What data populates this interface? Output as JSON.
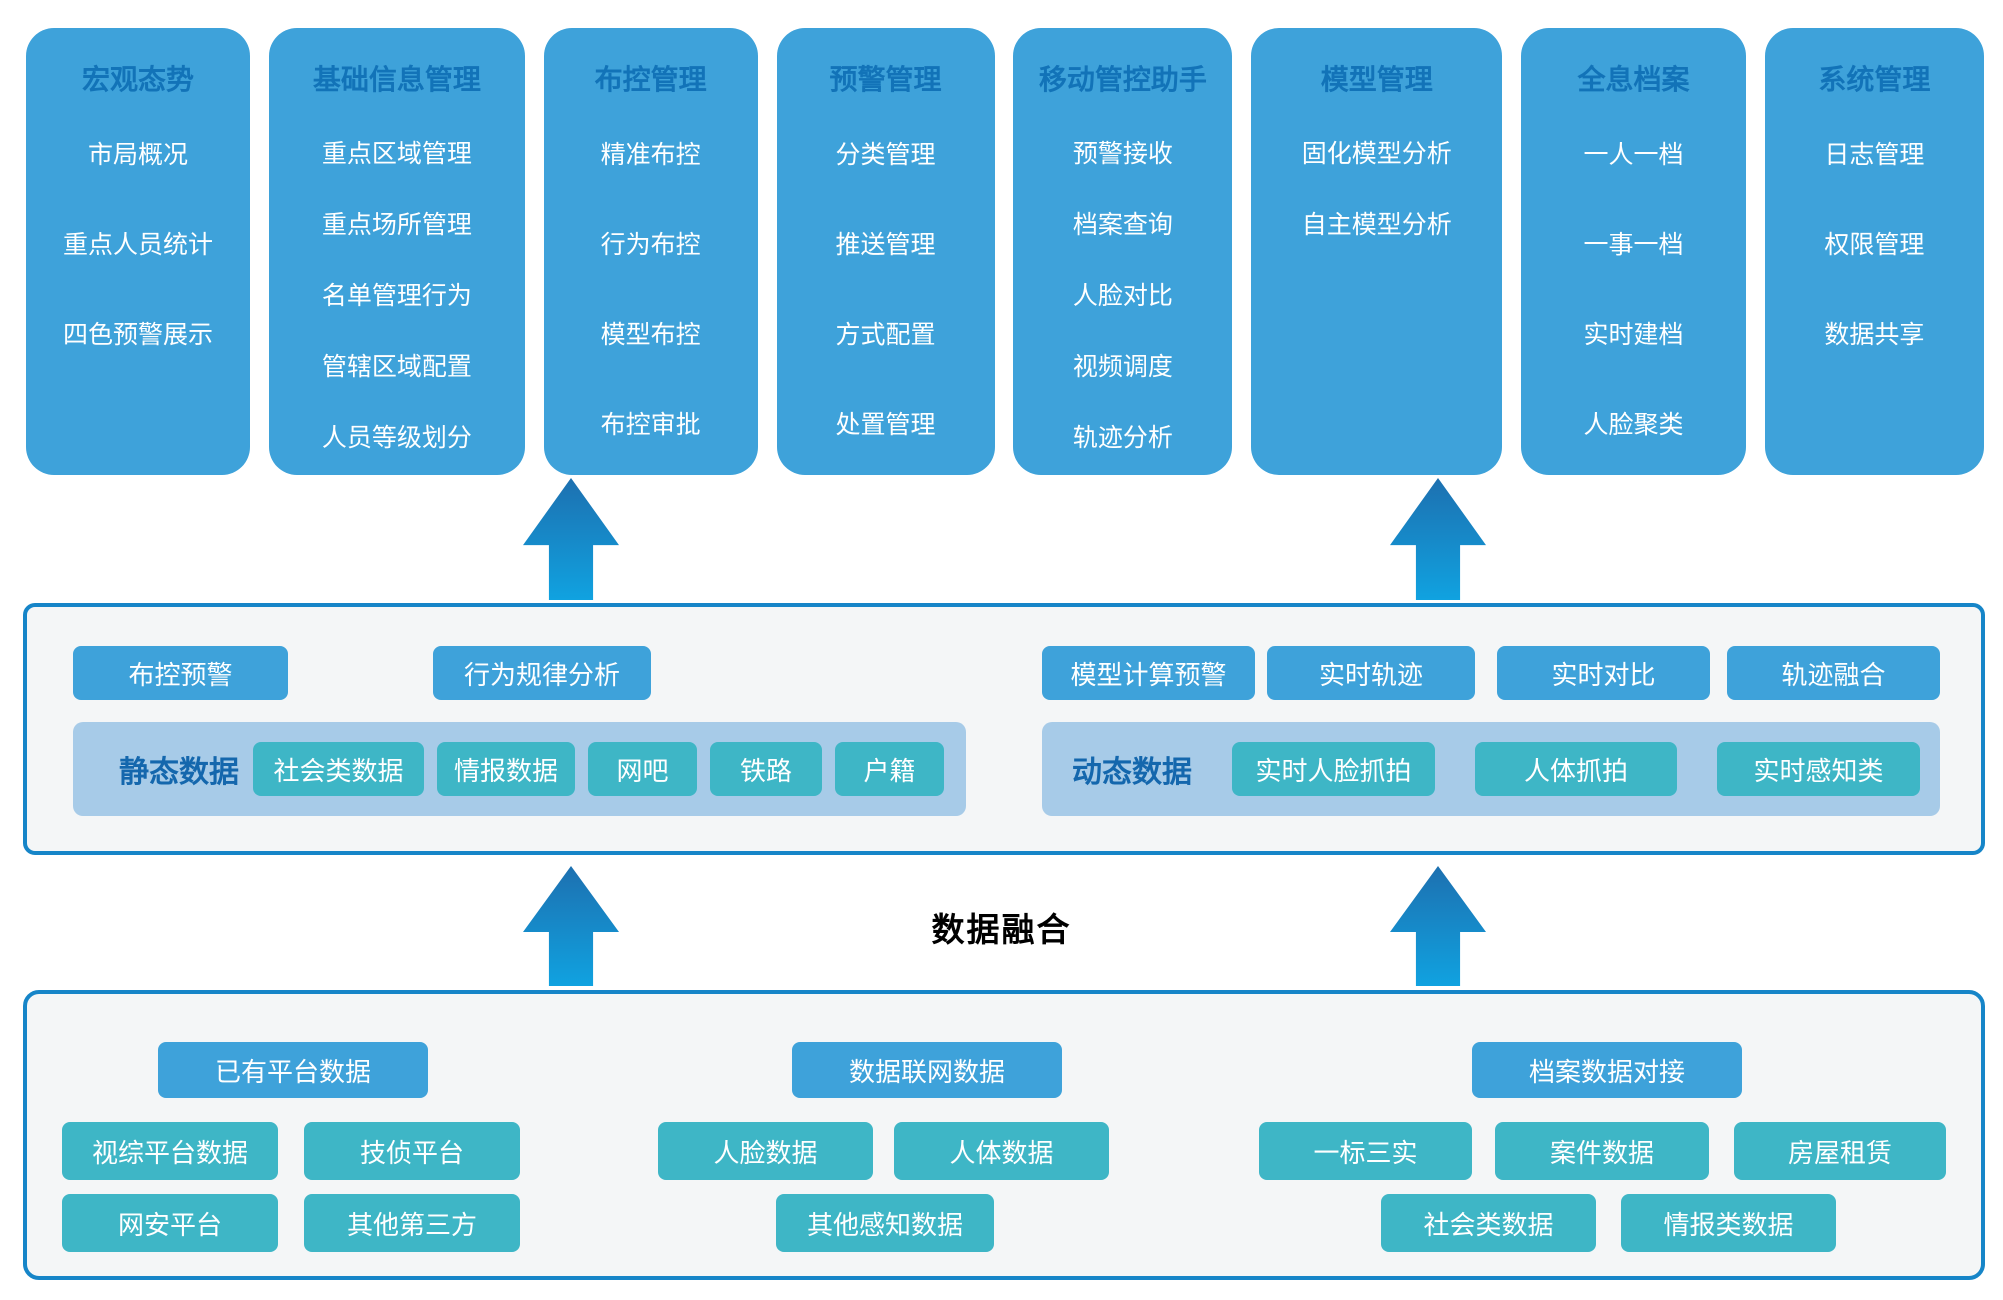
{
  "fusion_label": "数据融合",
  "colors": {
    "module_fill": "#3ea2da",
    "module_title": "#1273b8",
    "teal_button": "#3eb6c6",
    "group_strip": "#a7cbe8",
    "strip_label": "#1467ad",
    "box_border": "#1685c8",
    "box_background": "#f4f6f7",
    "arrow_gradient_top": "#1d70b0",
    "arrow_gradient_bottom": "#10a2e0"
  },
  "modules": [
    {
      "title": "宏观态势",
      "items": [
        "市局概况",
        "重点人员统计",
        "四色预警展示"
      ]
    },
    {
      "title": "基础信息管理",
      "items": [
        "重点区域管理",
        "重点场所管理",
        "名单管理行为",
        "管辖区域配置",
        "人员等级划分"
      ]
    },
    {
      "title": "布控管理",
      "items": [
        "精准布控",
        "行为布控",
        "模型布控",
        "布控审批"
      ]
    },
    {
      "title": "预警管理",
      "items": [
        "分类管理",
        "推送管理",
        "方式配置",
        "处置管理"
      ]
    },
    {
      "title": "移动管控助手",
      "items": [
        "预警接收",
        "档案查询",
        "人脸对比",
        "视频调度",
        "轨迹分析"
      ]
    },
    {
      "title": "模型管理",
      "items": [
        "固化模型分析",
        "自主模型分析"
      ]
    },
    {
      "title": "全息档案",
      "items": [
        "一人一档",
        "一事一档",
        "实时建档",
        "人脸聚类"
      ]
    },
    {
      "title": "系统管理",
      "items": [
        "日志管理",
        "权限管理",
        "数据共享"
      ]
    }
  ],
  "analysis_layer": {
    "buttons_left": [
      "布控预警",
      "行为规律分析"
    ],
    "buttons_right": [
      "模型计算预警",
      "实时轨迹",
      "实时对比",
      "轨迹融合"
    ],
    "static_group": {
      "label": "静态数据",
      "items": [
        "社会类数据",
        "情报数据",
        "网吧",
        "铁路",
        "户籍"
      ]
    },
    "dynamic_group": {
      "label": "动态数据",
      "items": [
        "实时人脸抓拍",
        "人体抓拍",
        "实时感知类"
      ]
    }
  },
  "source_layer": {
    "groups": [
      {
        "header": "已有平台数据",
        "row1": [
          "视综平台数据",
          "技侦平台"
        ],
        "row2": [
          "网安平台",
          "其他第三方"
        ]
      },
      {
        "header": "数据联网数据",
        "row1": [
          "人脸数据",
          "人体数据"
        ],
        "row2": [
          "其他感知数据"
        ]
      },
      {
        "header": "档案数据对接",
        "row1": [
          "一标三实",
          "案件数据",
          "房屋租赁"
        ],
        "row2": [
          "社会类数据",
          "情报类数据"
        ]
      }
    ]
  }
}
